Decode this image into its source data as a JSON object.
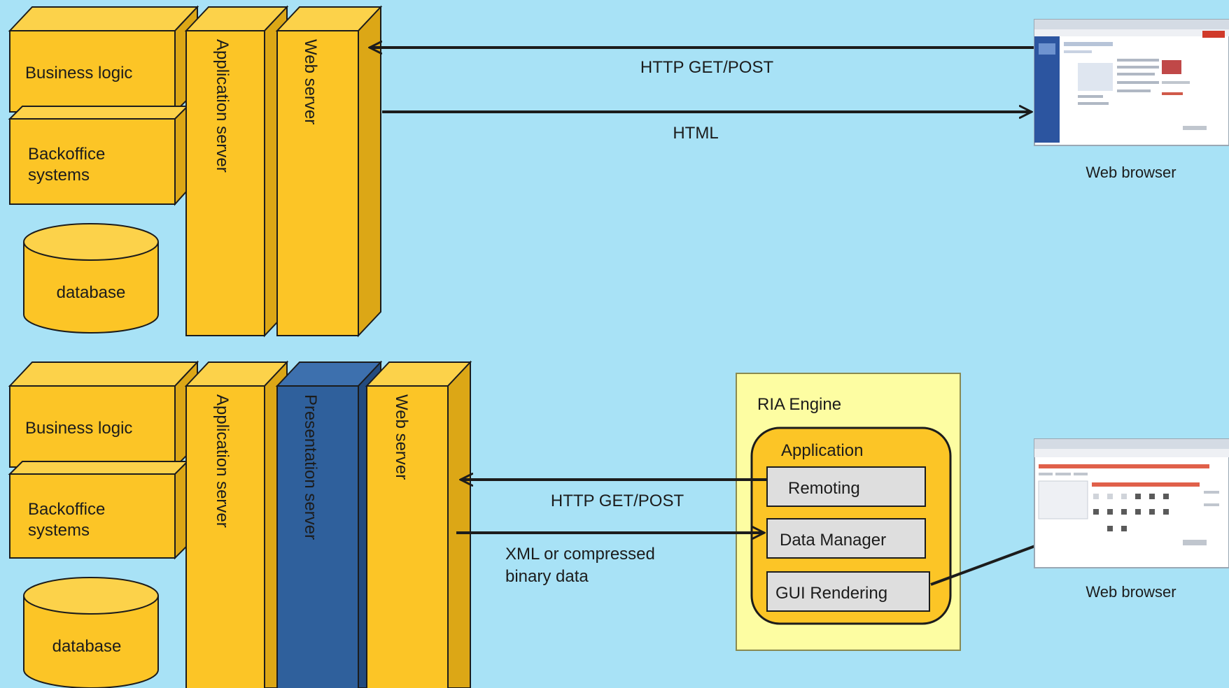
{
  "colors": {
    "background": "#a8e2f6",
    "box_front": "#fcc526",
    "box_top": "#fcd24a",
    "box_side": "#dca716",
    "presentation_front": "#2f609c",
    "presentation_top": "#3d70ae",
    "presentation_side": "#234b7f",
    "ria_engine_bg": "#fdfda2",
    "ria_app_bg": "#fcc526",
    "ria_module_bg": "#dedede",
    "line": "#1c1c1c"
  },
  "top_architecture": {
    "business_logic": "Business logic",
    "backoffice_line1": "Backoffice",
    "backoffice_line2": "systems",
    "database": "database",
    "application_server": "Application server",
    "web_server": "Web server",
    "request_label": "HTTP GET/POST",
    "response_label": "HTML",
    "browser_label": "Web browser"
  },
  "bottom_architecture": {
    "business_logic": "Business logic",
    "backoffice_line1": "Backoffice",
    "backoffice_line2": "systems",
    "database": "database",
    "application_server": "Application server",
    "presentation_server": "Presentation server",
    "web_server": "Web server",
    "request_label": "HTTP GET/POST",
    "response_label_line1": "XML or compressed",
    "response_label_line2": "binary data",
    "ria_engine_title": "RIA Engine",
    "ria_application_title": "Application",
    "ria_modules": [
      "Remoting",
      "Data Manager",
      "GUI Rendering"
    ],
    "browser_label": "Web browser"
  }
}
